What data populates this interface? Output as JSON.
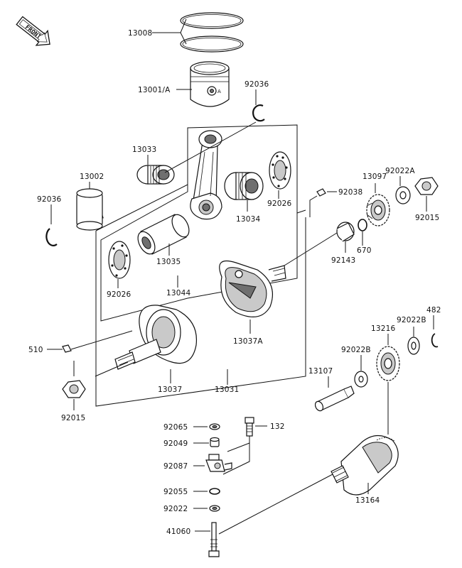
{
  "front_label": "FRONT",
  "labels": {
    "13008": "13008",
    "13001A": "13001/A",
    "92036_top": "92036",
    "13033": "13033",
    "13002": "13002",
    "92036_left": "92036",
    "13034": "13034",
    "92026_right": "92026",
    "92038": "92038",
    "13097": "13097",
    "92022A": "92022A",
    "92015_right": "92015",
    "670": "670",
    "92143": "92143",
    "13035": "13035",
    "92026_left": "92026",
    "13044": "13044",
    "13037A": "13037A",
    "510": "510",
    "13037": "13037",
    "13031": "13031",
    "92015_left": "92015",
    "92022B_top": "92022B",
    "482": "482",
    "13216": "13216",
    "92022B_mid": "92022B",
    "13107": "13107",
    "92065": "92065",
    "132": "132",
    "92049": "92049",
    "92087": "92087",
    "92055": "92055",
    "92022": "92022",
    "13164": "13164",
    "41060": "41060"
  }
}
